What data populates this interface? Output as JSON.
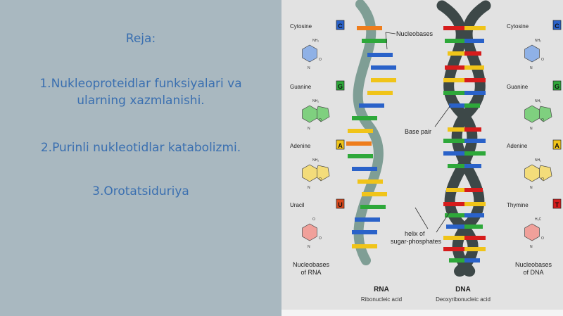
{
  "slide": {
    "heading": "Reja:",
    "items": [
      "1.Nukleoproteidlar funksiyalari va",
      "ularning xazmlanishi.",
      "2.Purinli nukleotidlar katabolizmi.",
      "3.Orotatsiduriya"
    ]
  },
  "figure": {
    "left_bases": [
      {
        "name": "Cytosine",
        "letter": "C",
        "color": "#2a62c9"
      },
      {
        "name": "Guanine",
        "letter": "G",
        "color": "#2ea83a"
      },
      {
        "name": "Adenine",
        "letter": "A",
        "color": "#f0c419"
      },
      {
        "name": "Uracil",
        "letter": "U",
        "color": "#d9481c"
      }
    ],
    "right_bases": [
      {
        "name": "Cytosine",
        "letter": "C",
        "color": "#2a62c9"
      },
      {
        "name": "Guanine",
        "letter": "G",
        "color": "#2ea83a"
      },
      {
        "name": "Adenine",
        "letter": "A",
        "color": "#f0c419"
      },
      {
        "name": "Thymine",
        "letter": "T",
        "color": "#d61c1c"
      }
    ],
    "labels": {
      "nucleobases": "Nucleobases",
      "base_pair": "Base pair",
      "helix_1": "helix of",
      "helix_2": "sugar-phosphates",
      "rna_caption_1": "Nucleobases",
      "rna_caption_2": "of RNA",
      "dna_caption_1": "Nucleobases",
      "dna_caption_2": "of DNA",
      "rna": "RNA",
      "rna_full": "Ribonucleic acid",
      "dna": "DNA",
      "dna_full": "Deoxyribonucleic acid"
    },
    "atoms": {
      "nh2": "NH₂",
      "nh": "NH",
      "o": "O",
      "n": "N",
      "h": "H",
      "h3c": "H₃C"
    },
    "colors": {
      "rna_strand": "#7f9e95",
      "dna_strand": "#3d4848",
      "cytosine_ring": "#8fb1e6",
      "guanine_ring": "#7fd07f",
      "adenine_ring": "#f3dc7a",
      "uracil_ring": "#f0a09a"
    }
  }
}
